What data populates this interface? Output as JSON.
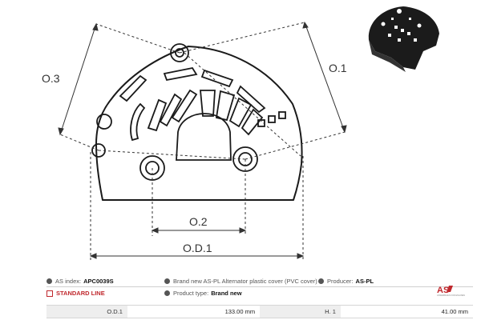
{
  "dimension_labels": {
    "od3": "O.3",
    "od1_right": "O.1",
    "od2": "O.2",
    "od_d1": "O.D.1"
  },
  "info": {
    "as_index_label": "AS index:",
    "as_index_value": "APC0039S",
    "description": "Brand new AS-PL Alternator plastic cover (PVC cover)",
    "producer_label": "Producer:",
    "producer_value": "AS-PL",
    "standard_line": "STANDARD LINE",
    "product_type_label": "Product type:",
    "product_type_value": "Brand new"
  },
  "logo": {
    "text": "AS",
    "tagline": "ASSEMBLIES FOR ENGINES"
  },
  "params": [
    {
      "key": "O.D.1",
      "value": "133.00 mm"
    },
    {
      "key": "H. 1",
      "value": "41.00 mm"
    }
  ],
  "colors": {
    "accent": "#c0282d",
    "line": "#1a1a1a"
  }
}
